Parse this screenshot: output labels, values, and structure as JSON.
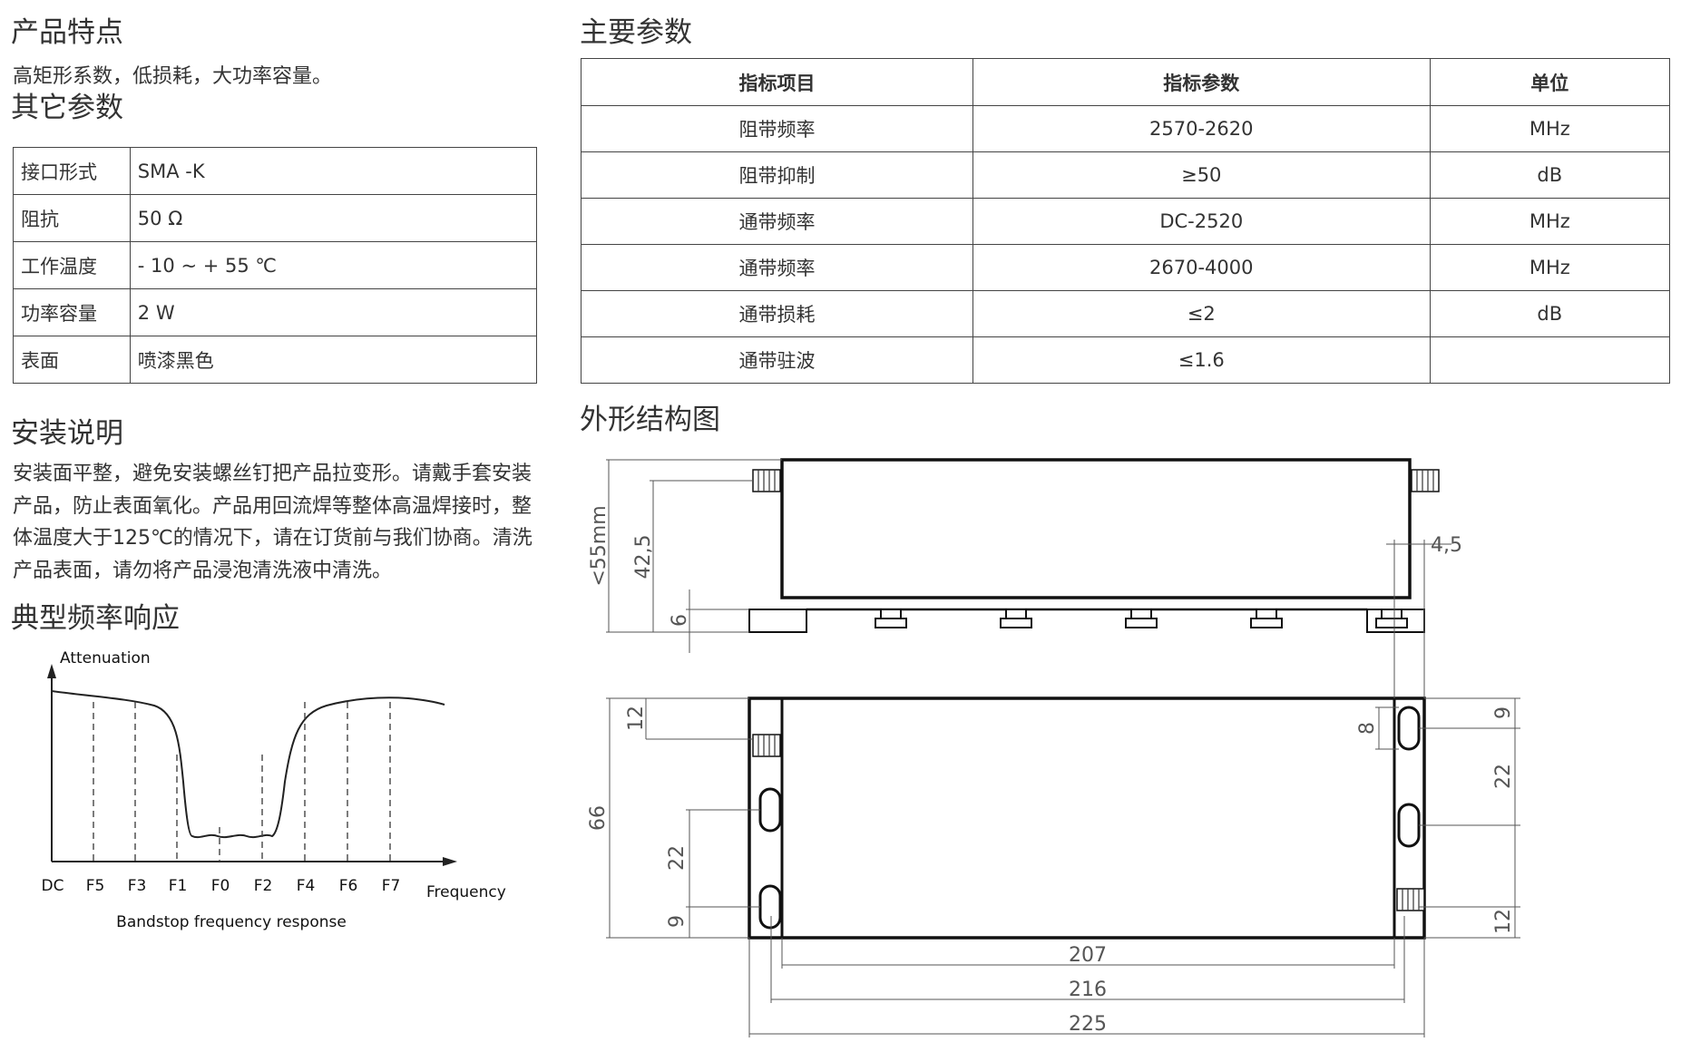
{
  "features": {
    "heading": "产品特点",
    "text": "高矩形系数，低损耗，大功率容量。"
  },
  "other_params": {
    "heading": "其它参数",
    "rows": [
      {
        "key": "接口形式",
        "value": "SMA -K"
      },
      {
        "key": "阻抗",
        "value": "50 Ω"
      },
      {
        "key": "工作温度",
        "value": "- 10 ~ + 55 ℃"
      },
      {
        "key": "功率容量",
        "value": "2 W"
      },
      {
        "key": "表面",
        "value": "喷漆黑色"
      }
    ]
  },
  "install": {
    "heading": "安装说明",
    "text": "安装面平整，避免安装螺丝钉把产品拉变形。请戴手套安装产品，防止表面氧化。产品用回流焊等整体高温焊接时，整体温度大于125℃的情况下，请在订货前与我们协商。清洗产品表面，请勿将产品浸泡清洗液中清洗。"
  },
  "freq_response": {
    "heading": "典型频率响应",
    "y_label": "Attenuation",
    "x_label": "Frequency",
    "caption": "Bandstop  frequency  response",
    "ticks": [
      "DC",
      "F5",
      "F3",
      "F1",
      "F0",
      "F2",
      "F4",
      "F6",
      "F7"
    ]
  },
  "main_params": {
    "heading": "主要参数",
    "headers": [
      "指标项目",
      "指标参数",
      "单位"
    ],
    "rows": [
      {
        "item": "阻带频率",
        "param": "2570-2620",
        "unit": "MHz"
      },
      {
        "item": "阻带抑制",
        "param": "≥50",
        "unit": "dB"
      },
      {
        "item": "通带频率",
        "param": "DC-2520",
        "unit": "MHz"
      },
      {
        "item": "通带频率",
        "param": "2670-4000",
        "unit": "MHz"
      },
      {
        "item": "通带损耗",
        "param": "≤2",
        "unit": "dB"
      },
      {
        "item": "通带驻波",
        "param": "≤1.6",
        "unit": ""
      }
    ]
  },
  "outline": {
    "heading": "外形结构图",
    "dims": {
      "height_total": "<55mm",
      "height_body": "42,5",
      "height_base": "6",
      "depth": "66",
      "top_left_offset": "12",
      "slot_spacing_left": "22",
      "slot_offset_left": "9",
      "slot_width": "8",
      "flange_width": "4,5",
      "slot_offset_right": "9",
      "slot_spacing_right": "22",
      "bottom_right_offset": "12",
      "len_inner": "207",
      "len_mid": "216",
      "len_total": "225"
    }
  }
}
